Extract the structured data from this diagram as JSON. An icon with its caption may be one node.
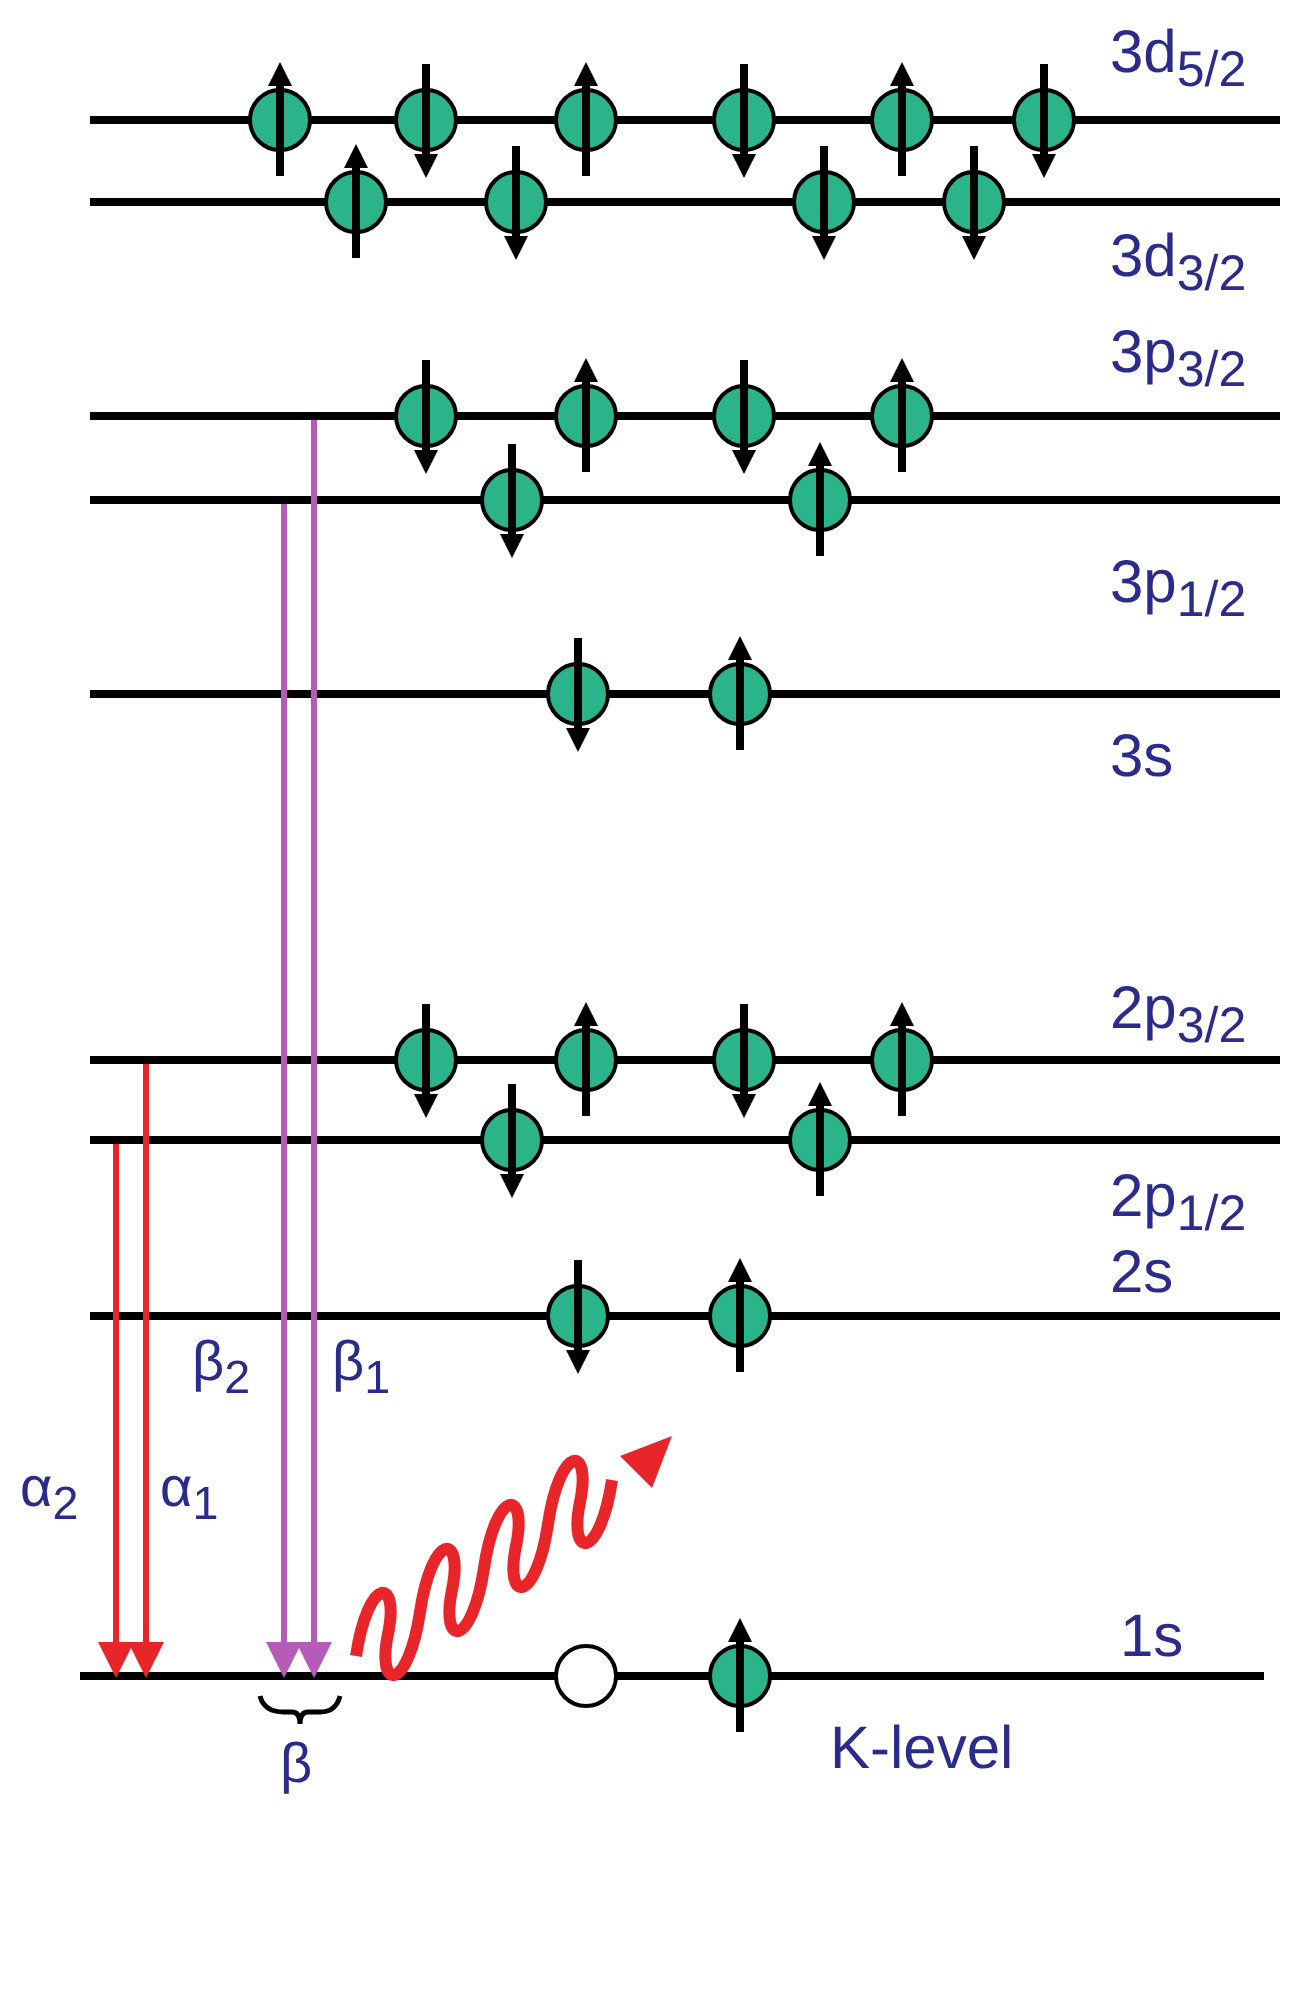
{
  "diagram": {
    "nodes": [
      {
        "text": [
          "3d$_{5/2}$"
        ]
      },
      {
        "text": [
          "3d$_{3/2}$"
        ]
      },
      {
        "text": [
          "3p$_{3/2}$"
        ]
      },
      {
        "text": [
          "3p$_{1/2}$"
        ]
      },
      {
        "text": [
          "3s"
        ]
      },
      {
        "text": [
          "2p$_{3/2}$"
        ]
      },
      {
        "text": [
          "2p$_{1/2}$"
        ]
      },
      {
        "text": [
          "2s"
        ]
      },
      {
        "text": [
          "1s",
          "K-level"
        ]
      }
    ],
    "edges": [
      {
        "from": 6,
        "to": 8,
        "arrow": "to",
        "label": "α$_{2}$",
        "color": "#e8262a"
      },
      {
        "from": 5,
        "to": 8,
        "arrow": "to",
        "label": "α$_{1}$",
        "color": "#e8262a"
      },
      {
        "from": 3,
        "to": 8,
        "arrow": "to",
        "label": "β$_{2}$",
        "color": "#b55bb8"
      },
      {
        "from": 2,
        "to": 8,
        "arrow": "to",
        "label": "β$_{1}$",
        "color": "#b55bb8"
      }
    ],
    "labels": [
      "β"
    ]
  }
}
